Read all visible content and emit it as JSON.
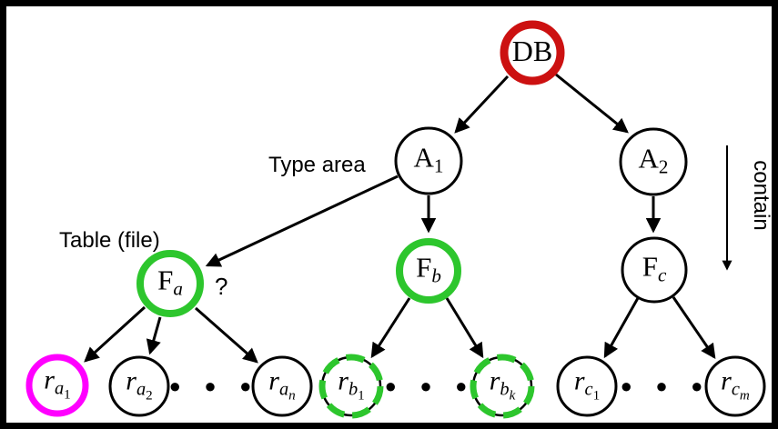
{
  "nodes": {
    "db": {
      "base": "DB"
    },
    "a1": {
      "base": "A",
      "sub": "1"
    },
    "a2": {
      "base": "A",
      "sub": "2"
    },
    "fa": {
      "base": "F",
      "sub": "a"
    },
    "fb": {
      "base": "F",
      "sub": "b"
    },
    "fc": {
      "base": "F",
      "sub": "c"
    },
    "ra1": {
      "base": "r",
      "sub": "a",
      "subsub": "1"
    },
    "ra2": {
      "base": "r",
      "sub": "a",
      "subsub": "2"
    },
    "ran": {
      "base": "r",
      "sub": "a",
      "subsub": "n"
    },
    "rb1": {
      "base": "r",
      "sub": "b",
      "subsub": "1"
    },
    "rbk": {
      "base": "r",
      "sub": "b",
      "subsub": "k"
    },
    "rc1": {
      "base": "r",
      "sub": "c",
      "subsub": "1"
    },
    "rcm": {
      "base": "r",
      "sub": "c",
      "subsub": "m"
    }
  },
  "labels": {
    "type_area": "Type area",
    "table_file": "Table (file)",
    "question": "?",
    "contain": "contain"
  },
  "ellipsis": "● ● ●",
  "colors": {
    "red": "#cc1111",
    "green": "#2dc62d",
    "magenta": "#ff00ff",
    "black": "#000000",
    "bg": "#ffffff"
  }
}
